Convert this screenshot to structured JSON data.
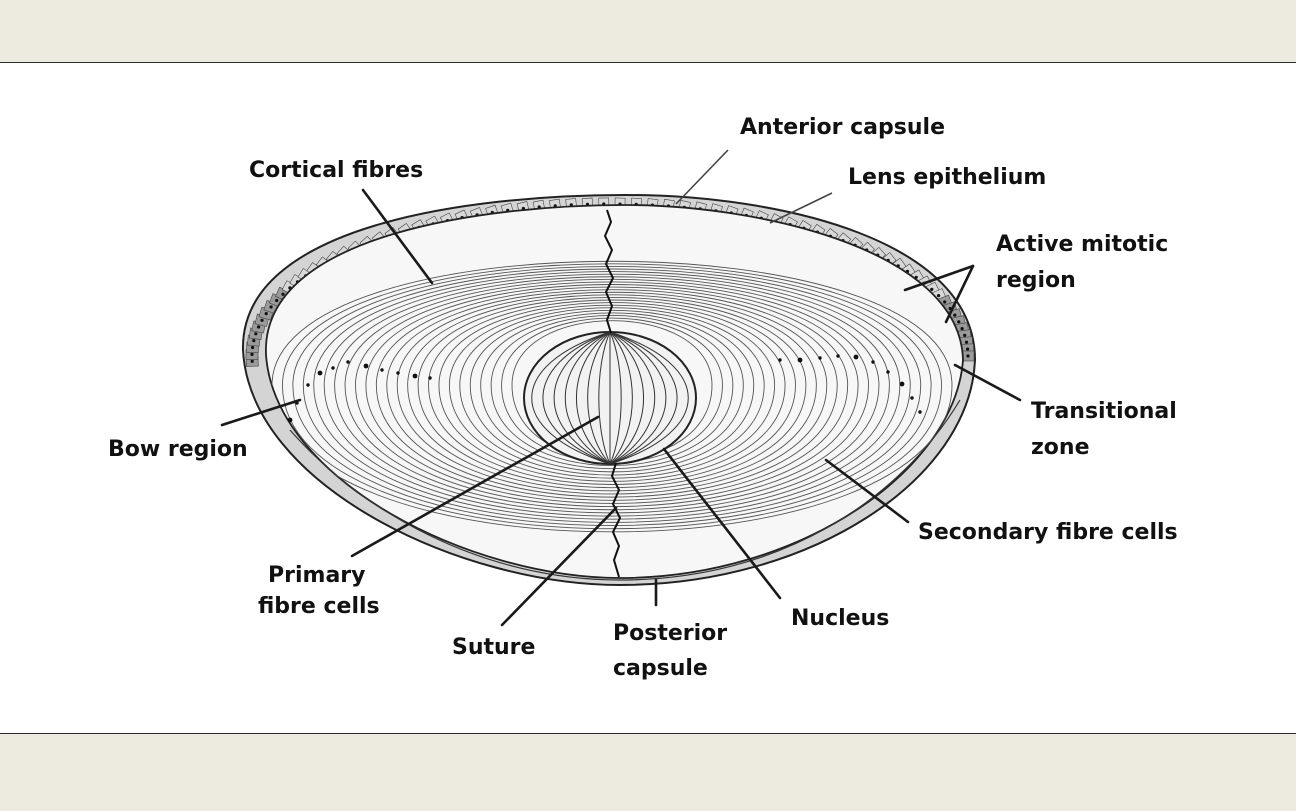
{
  "labels": {
    "anterior_capsule": "Anterior capsule",
    "cortical_fibres": "Cortical fibres",
    "lens_epithelium": "Lens epithelium",
    "active_mitotic_line1": "Active mitotic",
    "active_mitotic_line2": "region",
    "transitional_line1": "Transitional",
    "transitional_line2": "zone",
    "bow_region": "Bow region",
    "secondary_fibre_cells": "Secondary fibre cells",
    "primary_line1": "Primary",
    "primary_line2": "fibre cells",
    "suture": "Suture",
    "posterior_line1": "Posterior",
    "posterior_line2": "capsule",
    "nucleus": "Nucleus"
  },
  "colors": {
    "frame_band": "#edebe0",
    "panel": "#ffffff",
    "ink": "#111111",
    "epithelium_fill": "#cfcfcf",
    "mitotic_fill": "#8f8f8f"
  }
}
